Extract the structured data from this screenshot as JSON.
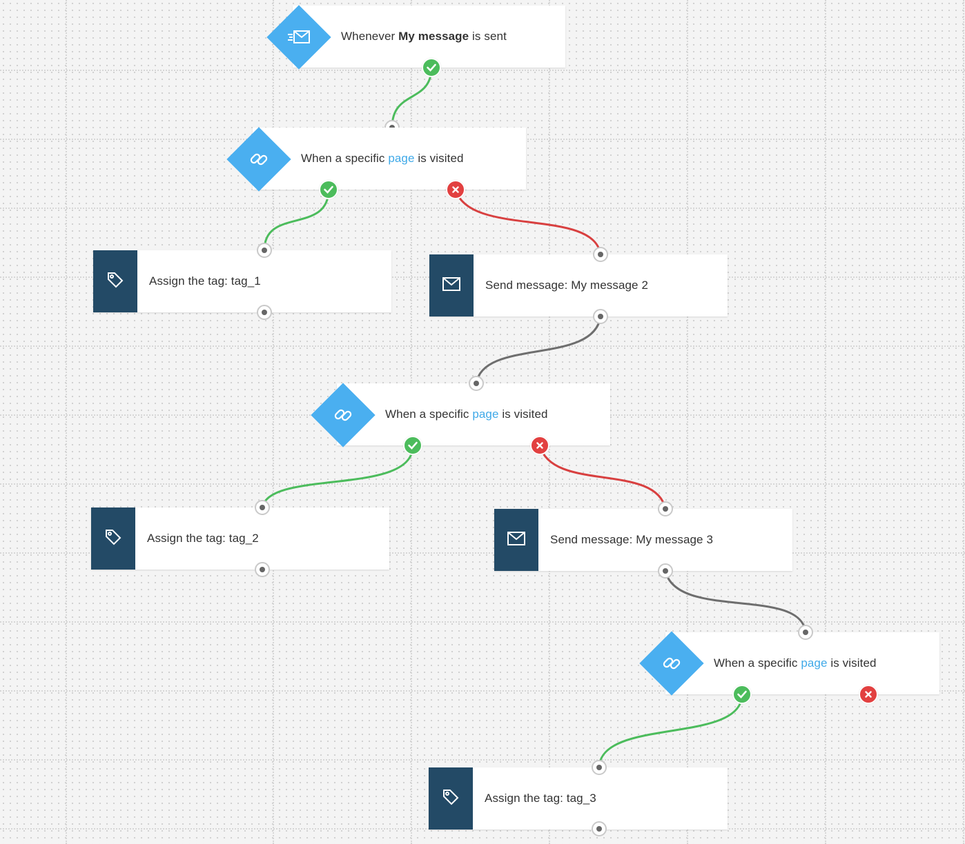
{
  "colors": {
    "trigger_blue": "#4aaff0",
    "action_navy": "#234a66",
    "success_green": "#4cbc5c",
    "failure_red": "#e24040",
    "neutral_wire": "#6e6e6e",
    "link_text": "#3fa9e8"
  },
  "nodes": {
    "trigger_message": {
      "icon": "envelope-send-icon",
      "prefix": "Whenever ",
      "strong": "My message",
      "suffix": " is sent"
    },
    "condition_1": {
      "icon": "link-icon",
      "prefix": "When a specific ",
      "link": "page",
      "suffix": " is visited"
    },
    "tag_1": {
      "icon": "tag-icon",
      "label": "Assign the tag: tag_1"
    },
    "send_2": {
      "icon": "envelope-icon",
      "label": "Send message: My message 2"
    },
    "condition_2": {
      "icon": "link-icon",
      "prefix": "When a specific ",
      "link": "page",
      "suffix": " is visited"
    },
    "tag_2": {
      "icon": "tag-icon",
      "label": "Assign the tag: tag_2"
    },
    "send_3": {
      "icon": "envelope-icon",
      "label": "Send message: My message 3"
    },
    "condition_3": {
      "icon": "link-icon",
      "prefix": "When a specific ",
      "link": "page",
      "suffix": " is visited"
    },
    "tag_3": {
      "icon": "tag-icon",
      "label": "Assign the tag: tag_3"
    }
  }
}
